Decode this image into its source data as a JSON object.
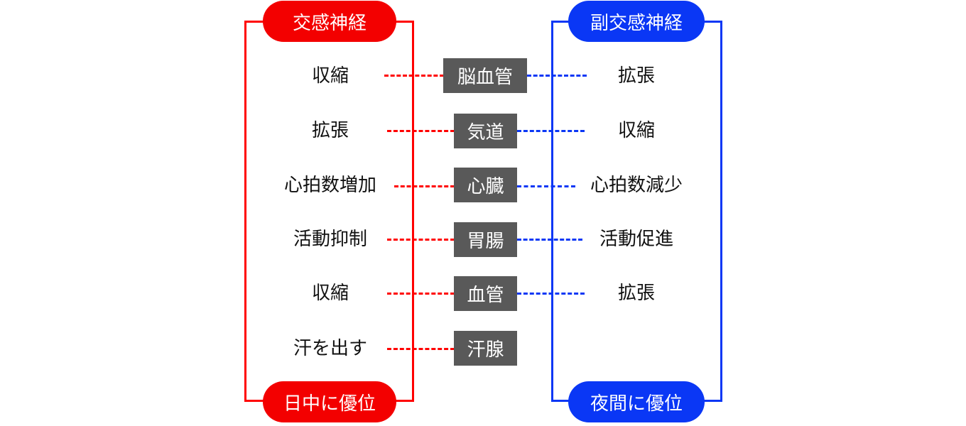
{
  "sympathetic": {
    "title": "交感神経",
    "footer": "日中に優位",
    "color": "#f30000"
  },
  "parasympathetic": {
    "title": "副交感神経",
    "footer": "夜間に優位",
    "color": "#0a37f5"
  },
  "rows": [
    {
      "organ": "脳血管",
      "sympathetic": "収縮",
      "parasympathetic": "拡張"
    },
    {
      "organ": "気道",
      "sympathetic": "拡張",
      "parasympathetic": "収縮"
    },
    {
      "organ": "心臓",
      "sympathetic": "心拍数増加",
      "parasympathetic": "心拍数減少"
    },
    {
      "organ": "胃腸",
      "sympathetic": "活動抑制",
      "parasympathetic": "活動促進"
    },
    {
      "organ": "血管",
      "sympathetic": "収縮",
      "parasympathetic": "拡張"
    },
    {
      "organ": "汗腺",
      "sympathetic": "汗を出す",
      "parasympathetic": ""
    }
  ],
  "organ_box_color": "#595959"
}
